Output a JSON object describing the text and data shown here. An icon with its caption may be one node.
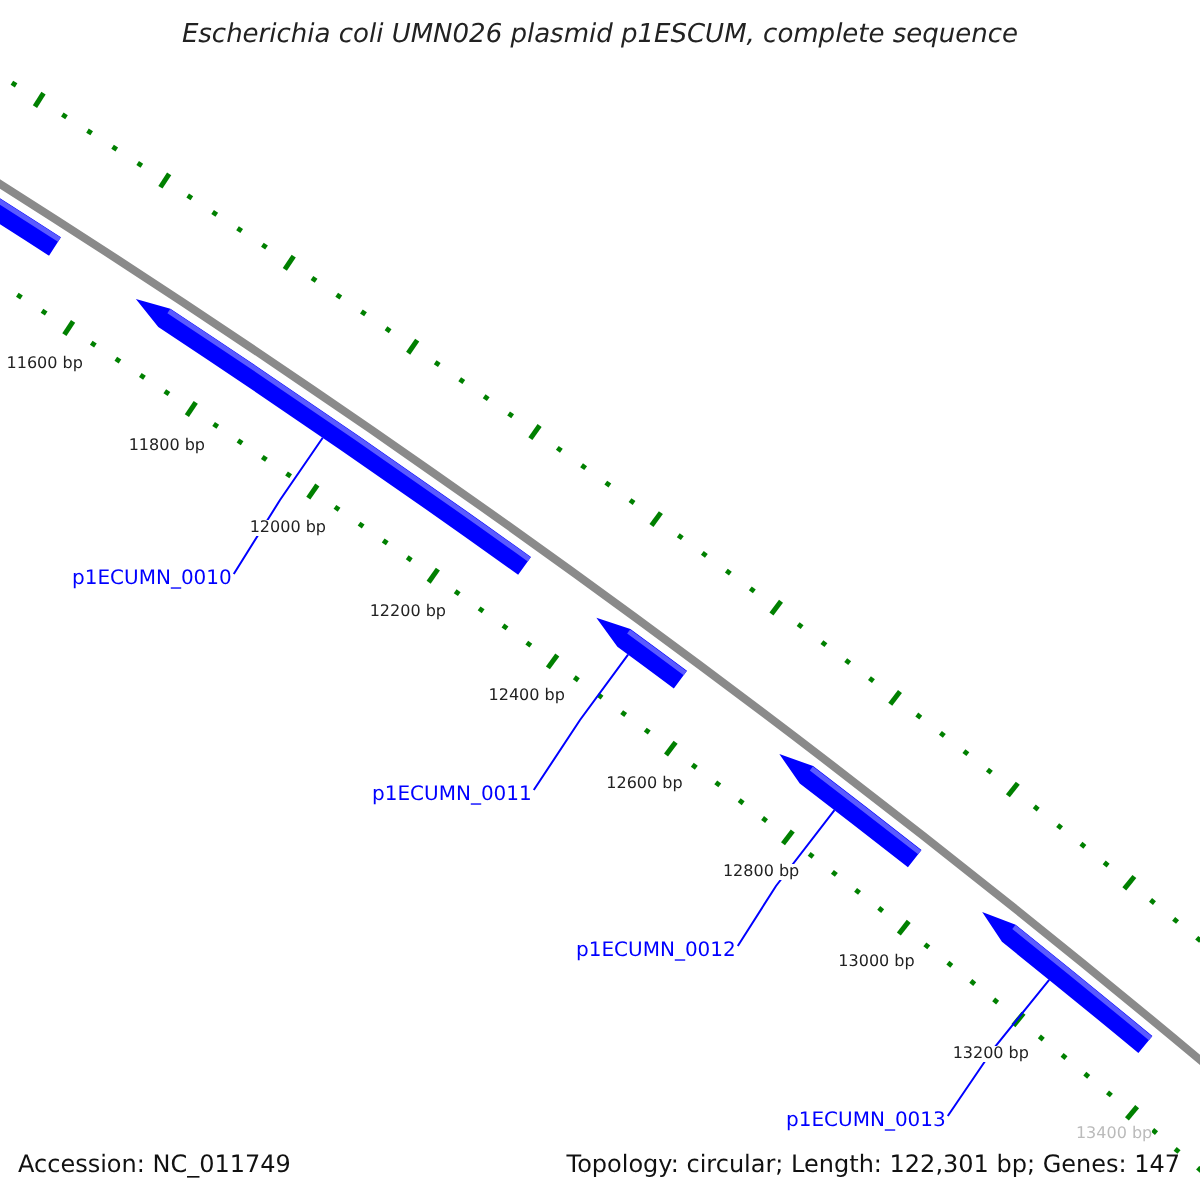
{
  "diagram": {
    "title": "Escherichia coli UMN026 plasmid p1ESCUM, complete sequence",
    "nodes": [
      {
        "text": [],
        "shape": "bar"
      },
      {
        "text": [],
        "shape": "bar"
      },
      {
        "text": [],
        "shape": "bar"
      },
      {
        "text": [],
        "shape": "bar"
      },
      {
        "text": [],
        "shape": "bar"
      },
      {
        "text": [
          "p1ECUMN_0010"
        ]
      },
      {
        "text": [
          "p1ECUMN_0011"
        ]
      },
      {
        "text": [
          "p1ECUMN_0012"
        ]
      },
      {
        "text": [
          "p1ECUMN_0013"
        ]
      }
    ],
    "edges": [
      {
        "from": 5,
        "to": 1,
        "arrow": "none"
      },
      {
        "from": 6,
        "to": 2,
        "arrow": "none"
      },
      {
        "from": 7,
        "to": 3,
        "arrow": "none"
      },
      {
        "from": 8,
        "to": 4,
        "arrow": "none"
      }
    ],
    "labels": [
      "11600 bp",
      "11800 bp",
      "12000 bp",
      "12200 bp",
      "12400 bp",
      "12600 bp",
      "12800 bp",
      "13000 bp",
      "13200 bp",
      "13400 bp",
      "Accession: NC_011749",
      "Topology: circular; Length: 122,301 bp; Genes: 147"
    ]
  }
}
